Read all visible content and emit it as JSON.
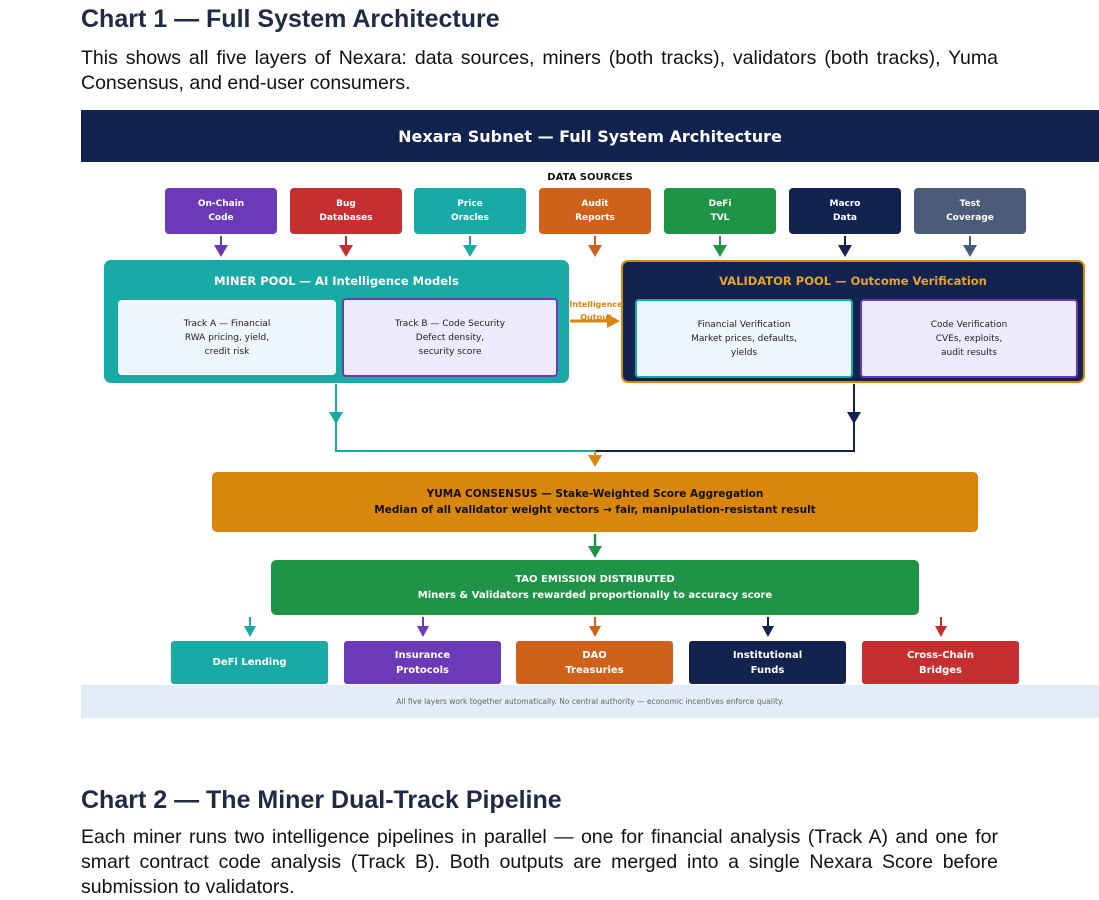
{
  "chart1": {
    "heading": "Chart 1 — Full System Architecture",
    "description": "This shows all five layers of Nexara: data sources, miners (both tracks), validators (both tracks), Yuma Consensus, and end-user consumers."
  },
  "diagram": {
    "banner": "Nexara Subnet — Full System Architecture",
    "data_sources_label": "DATA SOURCES",
    "sources": [
      {
        "label": "On-Chain\nCode",
        "color": "#6a3ab8"
      },
      {
        "label": "Bug\nDatabases",
        "color": "#c62f2f"
      },
      {
        "label": "Price\nOracles",
        "color": "#1aaaa6"
      },
      {
        "label": "Audit\nReports",
        "color": "#d0611a"
      },
      {
        "label": "DeFi\nTVL",
        "color": "#1f9446"
      },
      {
        "label": "Macro\nData",
        "color": "#132350"
      },
      {
        "label": "Test\nCoverage",
        "color": "#4a5c7a"
      }
    ],
    "miner_pool": {
      "title": "MINER POOL — AI Intelligence Models",
      "track_a": "Track A — Financial\nRWA pricing, yield,\ncredit risk",
      "track_b": "Track B — Code Security\nDefect density,\nsecurity score"
    },
    "flow_label": "Intelligence\nOutput",
    "validator_pool": {
      "title": "VALIDATOR POOL — Outcome Verification",
      "financial": "Financial Verification\nMarket prices, defaults,\nyields",
      "code": "Code Verification\nCVEs, exploits,\naudit results"
    },
    "yuma": {
      "line1": "YUMA CONSENSUS — Stake-Weighted Score Aggregation",
      "line2": "Median of all validator weight vectors → fair, manipulation-resistant result"
    },
    "tao": {
      "line1": "TAO EMISSION DISTRIBUTED",
      "line2": "Miners & Validators rewarded proportionally to accuracy score"
    },
    "consumers": [
      {
        "label": "DeFi Lending",
        "color": "#1aaaa6"
      },
      {
        "label": "Insurance\nProtocols",
        "color": "#6a3ab8"
      },
      {
        "label": "DAO\nTreasuries",
        "color": "#d0611a"
      },
      {
        "label": "Institutional\nFunds",
        "color": "#132350"
      },
      {
        "label": "Cross-Chain\nBridges",
        "color": "#c62f2f"
      }
    ],
    "footer": "All five layers work together automatically. No central authority — economic incentives enforce quality.",
    "colors": {
      "navy": "#132350",
      "teal": "#1aaaa6",
      "gold": "#d9860f",
      "green": "#1f9446",
      "purple": "#6a3ab8",
      "red": "#c62f2f",
      "orange": "#d0611a"
    }
  },
  "chart2": {
    "heading": "Chart 2 — The Miner Dual-Track Pipeline",
    "description": "Each miner runs two intelligence pipelines in parallel — one for financial analysis (Track A) and one for smart contract code analysis (Track B). Both outputs are merged into a single Nexara Score before submission to validators."
  }
}
